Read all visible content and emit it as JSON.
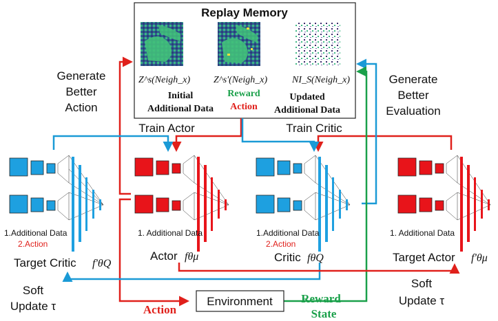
{
  "memory": {
    "title": "Replay Memory",
    "img1_label": "Z^s(Neigh_x)",
    "img2_label": "Z^s'(Neigh_x)",
    "img3_label": "NI_S(Neigh_x)",
    "initial_line1": "Initial",
    "initial_line2": "Additional Data",
    "reward": "Reward",
    "action": "Action",
    "updated_line1": "Updated",
    "updated_line2": "Additional Data"
  },
  "left_labels": {
    "gen_action_1": "Generate",
    "gen_action_2": "Better",
    "gen_action_3": "Action"
  },
  "right_labels": {
    "gen_eval_1": "Generate",
    "gen_eval_2": "Better",
    "gen_eval_3": "Evaluation"
  },
  "train_actor": "Train Actor",
  "train_critic": "Train Critic",
  "networks": {
    "target_critic": {
      "input1": "1.Additional Data",
      "input2": "2.Action",
      "name": "Target Critic",
      "symbol": "f'θQ"
    },
    "actor": {
      "input1": "1. Additional Data",
      "name": "Actor",
      "symbol": "fθμ"
    },
    "critic": {
      "input1": "1.Additional Data",
      "input2": "2.Action",
      "name": "Critic",
      "symbol": "fθQ"
    },
    "target_actor": {
      "input1": "1. Additional Data",
      "name": "Target Actor",
      "symbol": "f'θμ"
    }
  },
  "bottom": {
    "soft_update_left_1": "Soft",
    "soft_update_left_2": "Update τ",
    "soft_update_right_1": "Soft",
    "soft_update_right_2": "Update τ",
    "action": "Action",
    "environment": "Environment",
    "reward": "Reward",
    "state": "State"
  },
  "colors": {
    "red": "#e0201b",
    "blue": "#1a9ad6",
    "green": "#1aa04a",
    "actor_red": "#e8141a",
    "critic_blue": "#1ea0e0"
  }
}
